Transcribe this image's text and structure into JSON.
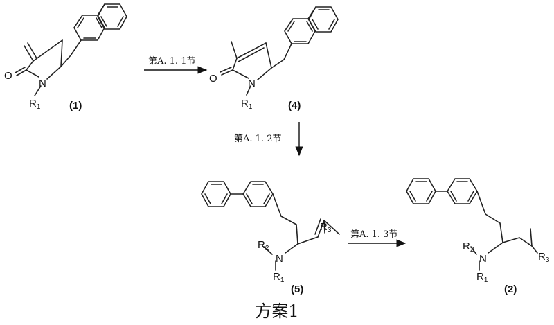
{
  "compounds": {
    "c1": {
      "label": "(1)",
      "o": "O",
      "n": "N",
      "r1": "R",
      "r1_sub": "1"
    },
    "c4": {
      "label": "(4)",
      "o": "O",
      "n": "N",
      "r1": "R",
      "r1_sub": "1"
    },
    "c5": {
      "label": "(5)",
      "n": "N",
      "r1": "R",
      "r1_sub": "1",
      "r2": "R",
      "r2_sub": "2",
      "r3": "R",
      "r3_sub": "3"
    },
    "c2": {
      "label": "(2)",
      "n": "N",
      "r1": "R",
      "r1_sub": "1",
      "r2": "R",
      "r2_sub": "2",
      "r3": "R",
      "r3_sub": "3"
    }
  },
  "arrows": {
    "step1": "第A. 1. 1节",
    "step2": "第A. 1. 2节",
    "step3": "第A. 1. 3节"
  },
  "caption": "方案1"
}
